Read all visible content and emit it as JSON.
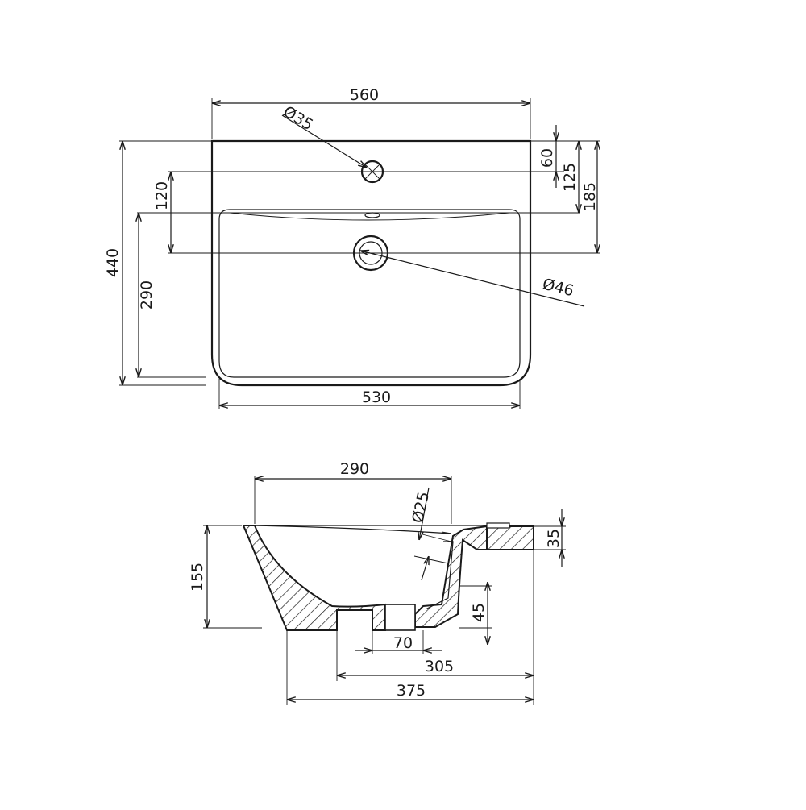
{
  "top_view": {
    "width_outer": "560",
    "width_inner": "530",
    "depth_outer": "440",
    "depth_basin": "290",
    "tap_hole_offset_a": "60",
    "tap_hole_offset_b": "125",
    "tap_hole_offset_c": "185",
    "tap_to_drain": "120",
    "tap_hole_diameter": "Ø35",
    "drain_diameter": "Ø46"
  },
  "section_view": {
    "basin_width": "290",
    "overflow_diameter": "Ø25",
    "rim_height": "35",
    "total_height": "155",
    "outlet_height": "45",
    "outlet_width": "70",
    "base_depth": "305",
    "total_depth": "375"
  }
}
